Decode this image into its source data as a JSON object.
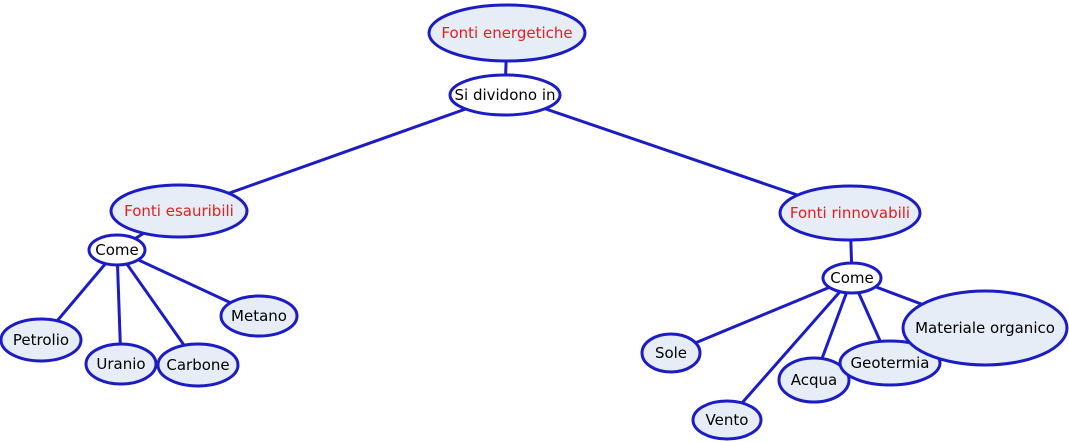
{
  "nodes": {
    "root": {
      "label": "Fonti energetiche",
      "color": "#e0201c",
      "fill": "#e6edf6"
    },
    "link_main": {
      "label": "Si dividono in",
      "color": "#000000",
      "fill": "#ffffff"
    },
    "esauribili": {
      "label": "Fonti esauribili",
      "color": "#e0201c",
      "fill": "#e6edf6"
    },
    "rinnovabili": {
      "label": "Fonti rinnovabili",
      "color": "#e0201c",
      "fill": "#e6edf6"
    },
    "come_left": {
      "label": "Come",
      "color": "#000000",
      "fill": "#ffffff"
    },
    "come_right": {
      "label": "Come",
      "color": "#000000",
      "fill": "#ffffff"
    },
    "petrolio": {
      "label": "Petrolio",
      "color": "#000000",
      "fill": "#e6edf6"
    },
    "uranio": {
      "label": "Uranio",
      "color": "#000000",
      "fill": "#e6edf6"
    },
    "carbone": {
      "label": "Carbone",
      "color": "#000000",
      "fill": "#e6edf6"
    },
    "metano": {
      "label": "Metano",
      "color": "#000000",
      "fill": "#e6edf6"
    },
    "sole": {
      "label": "Sole",
      "color": "#000000",
      "fill": "#e6edf6"
    },
    "vento": {
      "label": "Vento",
      "color": "#000000",
      "fill": "#e6edf6"
    },
    "acqua": {
      "label": "Acqua",
      "color": "#000000",
      "fill": "#e6edf6"
    },
    "geotermia": {
      "label": "Geotermia",
      "color": "#000000",
      "fill": "#e6edf6"
    },
    "organico": {
      "label": "Materiale organico",
      "color": "#000000",
      "fill": "#e6edf6"
    }
  },
  "edges": [
    [
      "root",
      "link_main"
    ],
    [
      "link_main",
      "esauribili"
    ],
    [
      "link_main",
      "rinnovabili"
    ],
    [
      "esauribili",
      "come_left"
    ],
    [
      "come_left",
      "petrolio"
    ],
    [
      "come_left",
      "uranio"
    ],
    [
      "come_left",
      "carbone"
    ],
    [
      "come_left",
      "metano"
    ],
    [
      "rinnovabili",
      "come_right"
    ],
    [
      "come_right",
      "sole"
    ],
    [
      "come_right",
      "vento"
    ],
    [
      "come_right",
      "acqua"
    ],
    [
      "come_right",
      "geotermia"
    ],
    [
      "come_right",
      "organico"
    ]
  ],
  "edge_color": "#1c1cc4"
}
